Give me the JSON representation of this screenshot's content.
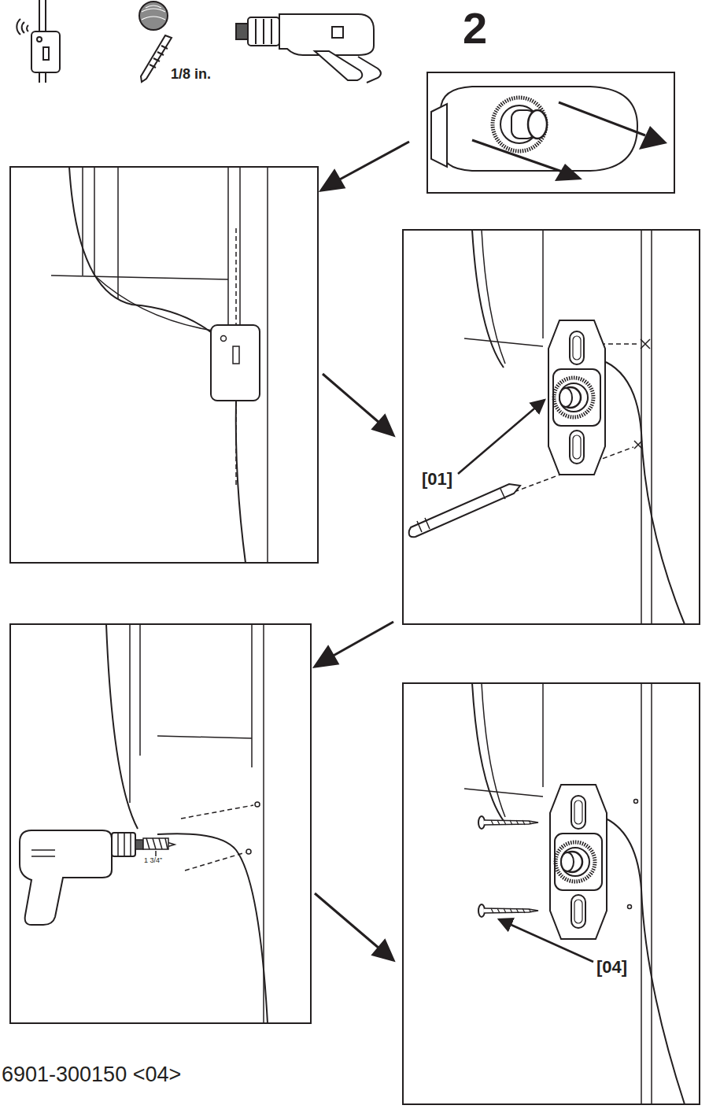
{
  "diagram": {
    "labels": [
      "2",
      "1/8 in.",
      "[01]",
      "1 3/4”",
      "[04]",
      "6901-300150 <04>"
    ]
  }
}
